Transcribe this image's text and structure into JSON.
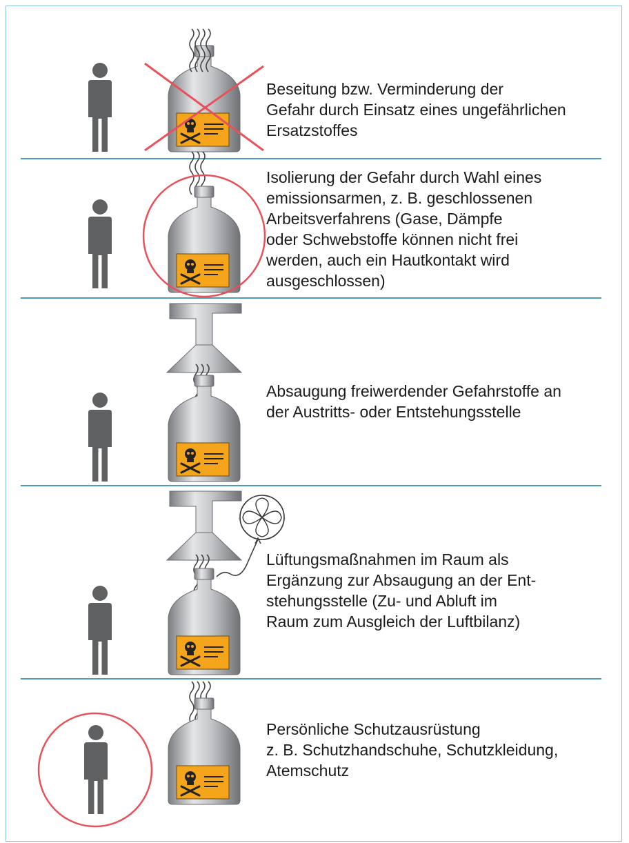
{
  "accent_colors": {
    "divider": "#4f9ab8",
    "frame": "#8bbfd4",
    "mark": "#e8515a",
    "person": "#5f6062",
    "label": "#f4a51c"
  },
  "rows": [
    {
      "text": "Beseitung bzw. Verminderung der\nGefahr durch Einsatz eines ungefährlichen\nErsatzstoffes",
      "mark": "cross-mark-icon"
    },
    {
      "text": "Isolierung der Gefahr durch Wahl eines\nemissionsarmen, z. B. geschlossenen\nArbeitsverfahrens (Gase, Dämpfe\noder Schwebstoffe können nicht frei\nwerden, auch ein Hautkontakt wird\nausgeschlossen)",
      "mark": "circle-mark-icon"
    },
    {
      "text": "Absaugung freiwerdender Gefahrstoffe an\nder Austritts- oder Entstehungsstelle",
      "mark": "extraction-hood-icon"
    },
    {
      "text": "Lüftungsmaßnahmen im Raum als\nErgänzung zur Absaugung an der Ent-\nstehungsstelle (Zu- und Abluft im\nRaum zum Ausgleich der Luftbilanz)",
      "mark": "ventilation-fan-icon"
    },
    {
      "text": "Persönliche Schutzausrüstung\nz. B. Schutzhandschuhe, Schutzkleidung,\nAtemschutz",
      "mark": "person-circle-icon"
    }
  ]
}
